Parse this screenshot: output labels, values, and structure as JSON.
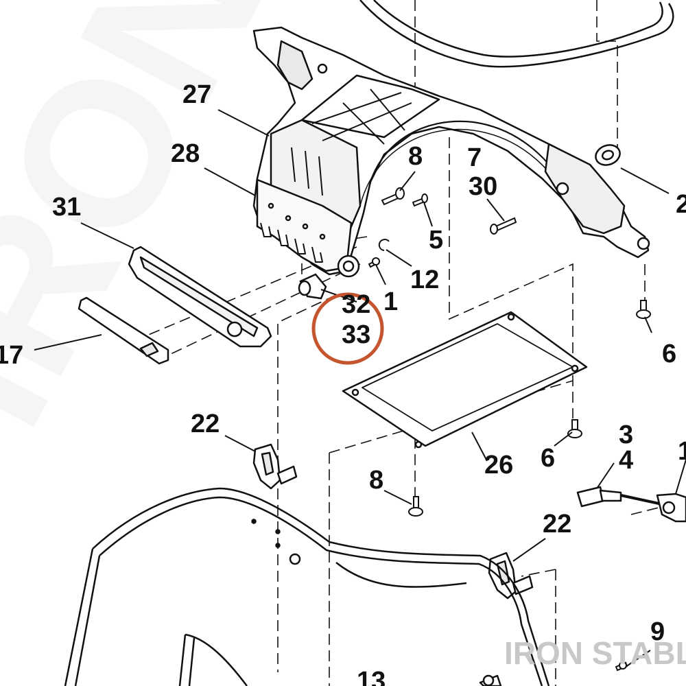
{
  "watermark": {
    "corner_text": "IRON STABLE",
    "background_text": "IRON STABLE",
    "color": "#c8c8c8"
  },
  "highlight": {
    "color": "#c5552f"
  },
  "labels": {
    "l27": "27",
    "l28": "28",
    "l31": "31",
    "l17": "17",
    "l8a": "8",
    "l7": "7",
    "l30": "30",
    "l2": "2",
    "l5": "5",
    "l12": "12",
    "l1": "1",
    "l32": "32",
    "l33": "33",
    "l6a": "6",
    "l22a": "22",
    "l26": "26",
    "l6b": "6",
    "l3": "3",
    "l4": "4",
    "l1b": "1",
    "l8b": "8",
    "l22b": "22",
    "l9": "9",
    "l13": "13"
  }
}
